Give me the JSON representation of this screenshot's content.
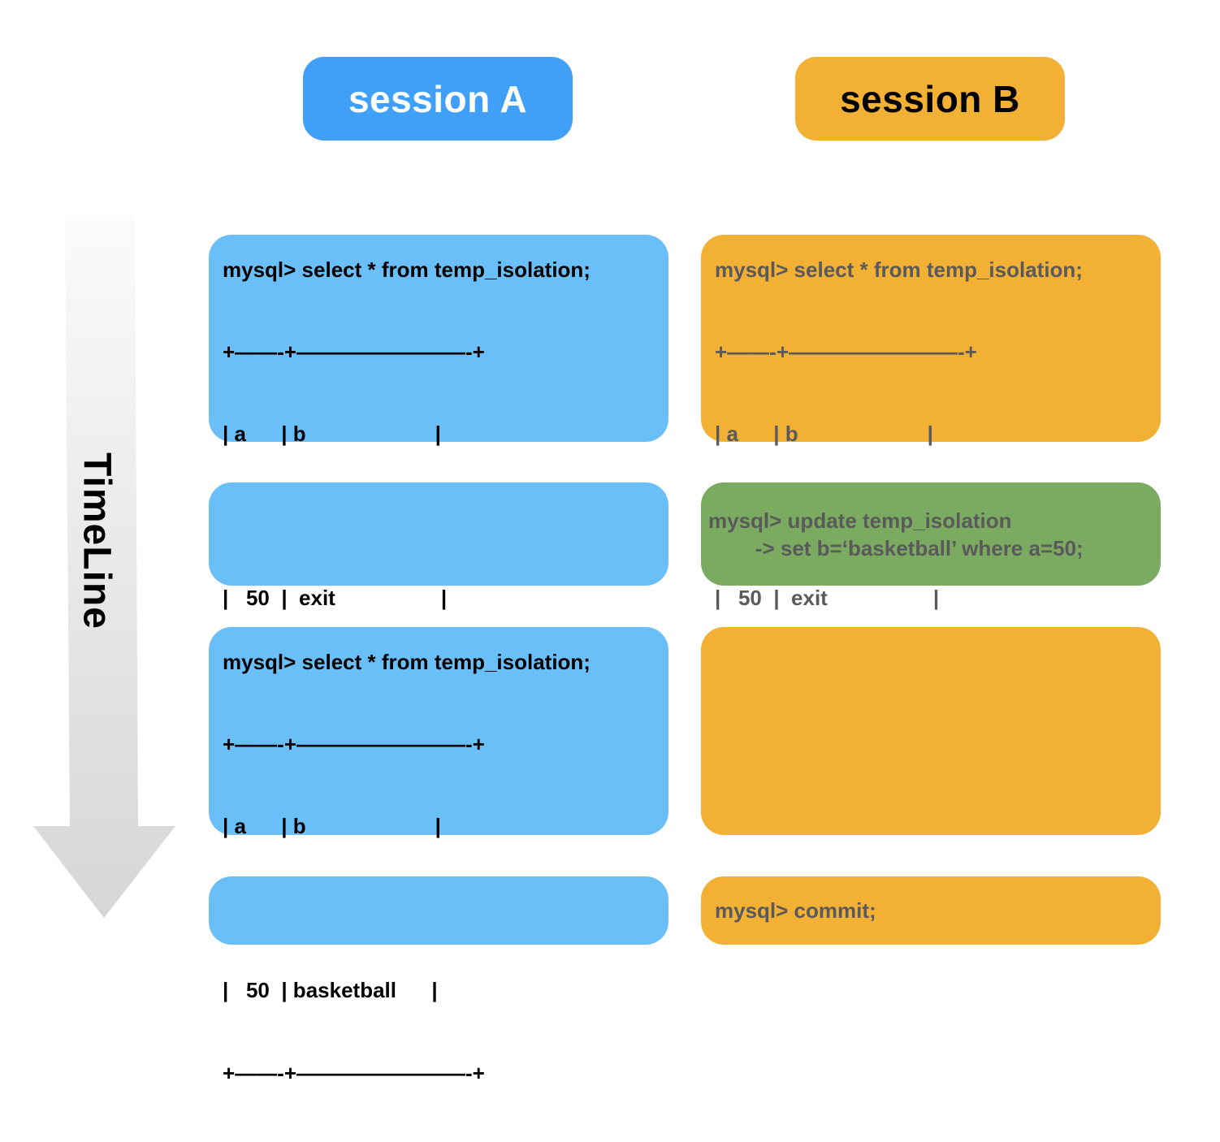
{
  "colors": {
    "session_a_header": "#40a0f8",
    "session_a_box": "#6bbff8",
    "session_b_header": "#f2b034",
    "session_b_box": "#f2b034",
    "update_box": "#7aab60",
    "text_a": "#000000",
    "text_b": "#5a5a5a",
    "timeline_arrow_top": "#fbfbfb",
    "timeline_arrow_bottom": "#d8d8d8"
  },
  "headers": {
    "session_a": "session A",
    "session_b": "session B"
  },
  "timeline": {
    "label": "TimeLine",
    "icon": "down-arrow-icon"
  },
  "session_a": {
    "step1": {
      "command": "mysql> select * from temp_isolation;",
      "table": [
        "+——-+————————-+",
        "| a      | b                      |",
        "+——-+————————-+",
        "|   50  |  exit                  |",
        "+——-+————————-+"
      ]
    },
    "step3": {
      "command": "mysql> select * from temp_isolation;",
      "table": [
        "+——-+————————-+",
        "| a      | b                      |",
        "+——-+————————-+",
        "|   50  | basketball      |",
        "+——-+————————-+"
      ]
    }
  },
  "session_b": {
    "step1": {
      "command": "mysql> select * from temp_isolation;",
      "table": [
        "+——-+————————-+",
        "| a      | b                      |",
        "+——-+————————-+",
        "|   50  |  exit                  |",
        "+——-+————————-+"
      ]
    },
    "step2": {
      "line1": "mysql> update temp_isolation",
      "line2": "        -> set b=‘basketball’ where a=50;"
    },
    "step4": {
      "command": "mysql> commit;"
    }
  }
}
